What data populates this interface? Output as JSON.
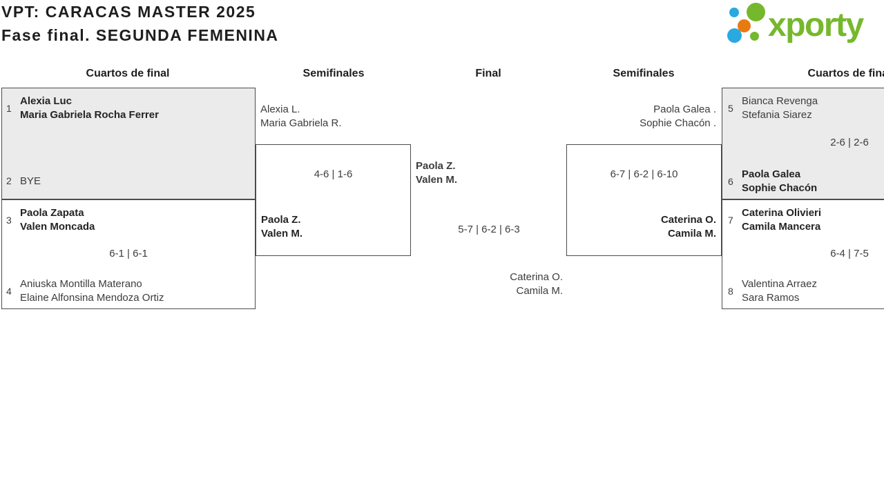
{
  "header": {
    "title": "VPT: CARACAS MASTER 2025",
    "subtitle": "Fase final. SEGUNDA FEMENINA",
    "logo_text": "xporty",
    "logo_colors": {
      "green": "#76b82d",
      "blue": "#29a9e0",
      "orange": "#e87a12"
    }
  },
  "columns": [
    "Cuartos de final",
    "Semifinales",
    "Final",
    "Semifinales",
    "Cuartos de final"
  ],
  "matches": {
    "m1": {
      "top_seed": "1",
      "top_line1": "Alexia Luc",
      "top_line2": "Maria Gabriela Rocha Ferrer",
      "bottom_seed": "2",
      "bottom_line1": "BYE"
    },
    "m2": {
      "top_seed": "3",
      "top_line1": "Paola Zapata",
      "top_line2": "Valen Moncada",
      "score": "6-1 | 6-1",
      "bottom_seed": "4",
      "bottom_line1": "Aniuska Montilla Materano",
      "bottom_line2": "Elaine Alfonsina Mendoza Ortiz"
    },
    "sf_left": {
      "top_line1": "Alexia L.",
      "top_line2": "Maria Gabriela R.",
      "score": "4-6 | 1-6",
      "bottom_line1": "Paola Z.",
      "bottom_line2": "Valen M."
    },
    "final": {
      "top_line1": "Paola Z.",
      "top_line2": "Valen M.",
      "score": "5-7 | 6-2 | 6-3",
      "bottom_line1": "Caterina O.",
      "bottom_line2": "Camila M."
    },
    "sf_right": {
      "top_line1": "Paola Galea .",
      "top_line2": "Sophie Chacón .",
      "score": "6-7 | 6-2 | 6-10",
      "bottom_line1": "Caterina O.",
      "bottom_line2": "Camila M."
    },
    "m3": {
      "top_seed": "5",
      "top_line1": "Bianca Revenga",
      "top_line2": "Stefania Siarez",
      "score": "2-6 | 2-6",
      "bottom_seed": "6",
      "bottom_line1": "Paola Galea",
      "bottom_line2": "Sophie Chacón"
    },
    "m4": {
      "top_seed": "7",
      "top_line1": "Caterina Olivieri",
      "top_line2": "Camila Mancera",
      "score": "6-4 | 7-5",
      "bottom_seed": "8",
      "bottom_line1": "Valentina Arraez",
      "bottom_line2": "Sara Ramos"
    }
  }
}
